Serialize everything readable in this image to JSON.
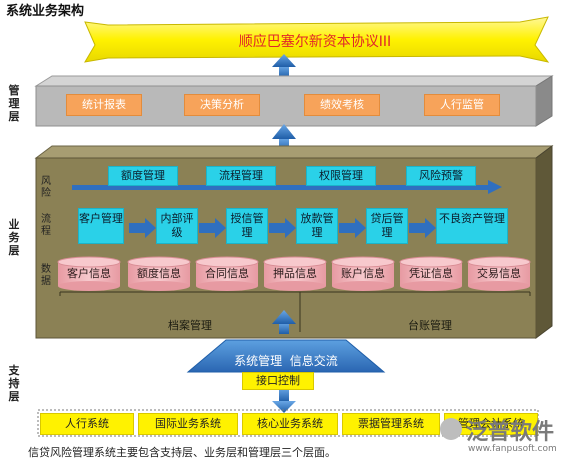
{
  "title": "系统业务架构",
  "banner": "顺应巴塞尔新资本协议III",
  "layers": {
    "management": "管理层",
    "business": "业务层",
    "support": "支持层"
  },
  "row_labels": {
    "risk": "风险",
    "process": "流程",
    "data": "数据"
  },
  "management_items": [
    "统计报表",
    "决策分析",
    "绩效考核",
    "人行监管"
  ],
  "risk_items": [
    "额度管理",
    "流程管理",
    "权限管理",
    "风险预警"
  ],
  "process_items": [
    "客户管理",
    "内部评级",
    "授信管理",
    "放款管理",
    "贷后管理",
    "不良资产管理"
  ],
  "data_items": [
    "客户信息",
    "额度信息",
    "合同信息",
    "押品信息",
    "账户信息",
    "凭证信息",
    "交易信息"
  ],
  "archive_labels": [
    "档案管理",
    "台账管理"
  ],
  "system_banner": "系统管理  信息交流",
  "interface_label": "接口控制",
  "support_items": [
    "人行系统",
    "国际业务系统",
    "核心业务系统",
    "票据管理系统",
    "管理会计系统"
  ],
  "caption": "信贷风险管理系统主要包含支持层、业务层和管理层三个层面。",
  "watermark": {
    "brand": "泛普软件",
    "url": "www.fanpusoft.com"
  },
  "colors": {
    "banner_fill": "#fff200",
    "management_fill": "#b9b9b9",
    "business_fill": "#8b8155",
    "orange": "#f7a35a",
    "cyan": "#2ad1e8",
    "pink": "#f2b3b8",
    "blue_arrow": "#2f6fc0",
    "yellow": "#fff200"
  }
}
